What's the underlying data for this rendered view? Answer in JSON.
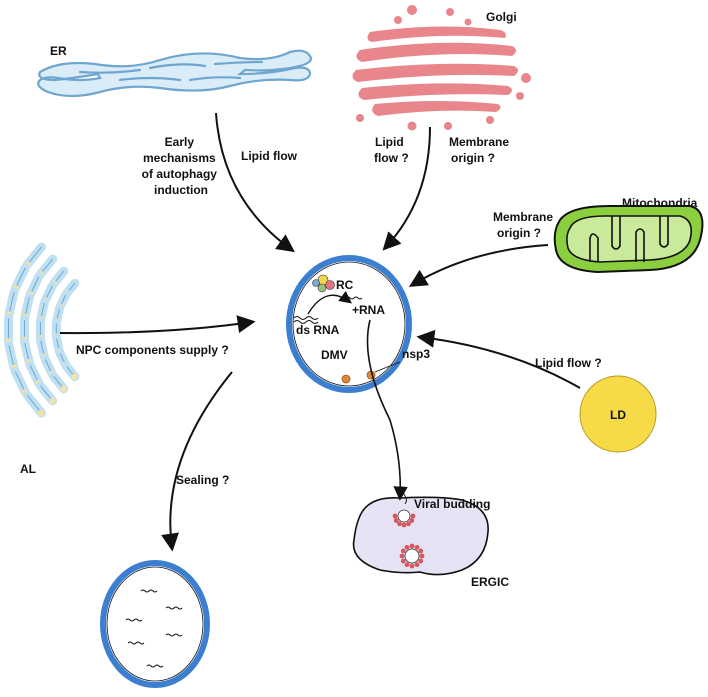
{
  "labels": {
    "er": "ER",
    "golgi": "Golgi",
    "mitochondria": "Mitochondria",
    "al": "AL",
    "ld": "LD",
    "ergic": "ERGIC",
    "dmv": "DMV",
    "rc": "RC",
    "plus_rna": "+RNA",
    "ds_rna": "ds RNA",
    "nsp3": "nsp3",
    "viral_budding": "Viral budding"
  },
  "arrows": {
    "er_autophagy": [
      "Early",
      "mechanisms",
      "of autophagy",
      "induction"
    ],
    "er_lipid_flow": "Lipid flow",
    "golgi_lipid_flow": [
      "Lipid",
      "flow ?"
    ],
    "golgi_membrane_origin": [
      "Membrane",
      "origin ?"
    ],
    "mito_membrane_origin": [
      "Membrane",
      "origin ?"
    ],
    "al_npc": "NPC components supply ?",
    "ld_lipid_flow": "Lipid flow ?",
    "sealing": "Sealing ?"
  },
  "colors": {
    "er_fill": "#d9ecf7",
    "er_stroke": "#6fa6cf",
    "golgi": "#e8868c",
    "mito_outer": "#8ccf3e",
    "mito_inner": "#c9ea9a",
    "al_cisterna": "#bfe0f2",
    "al_pore": "#f4e2a8",
    "dmv_membrane": "#3c7fd0",
    "ld": "#f6da48",
    "ergic": "#e6e4f4",
    "virion": "#d9565e",
    "nsp3": "#d9893e"
  }
}
